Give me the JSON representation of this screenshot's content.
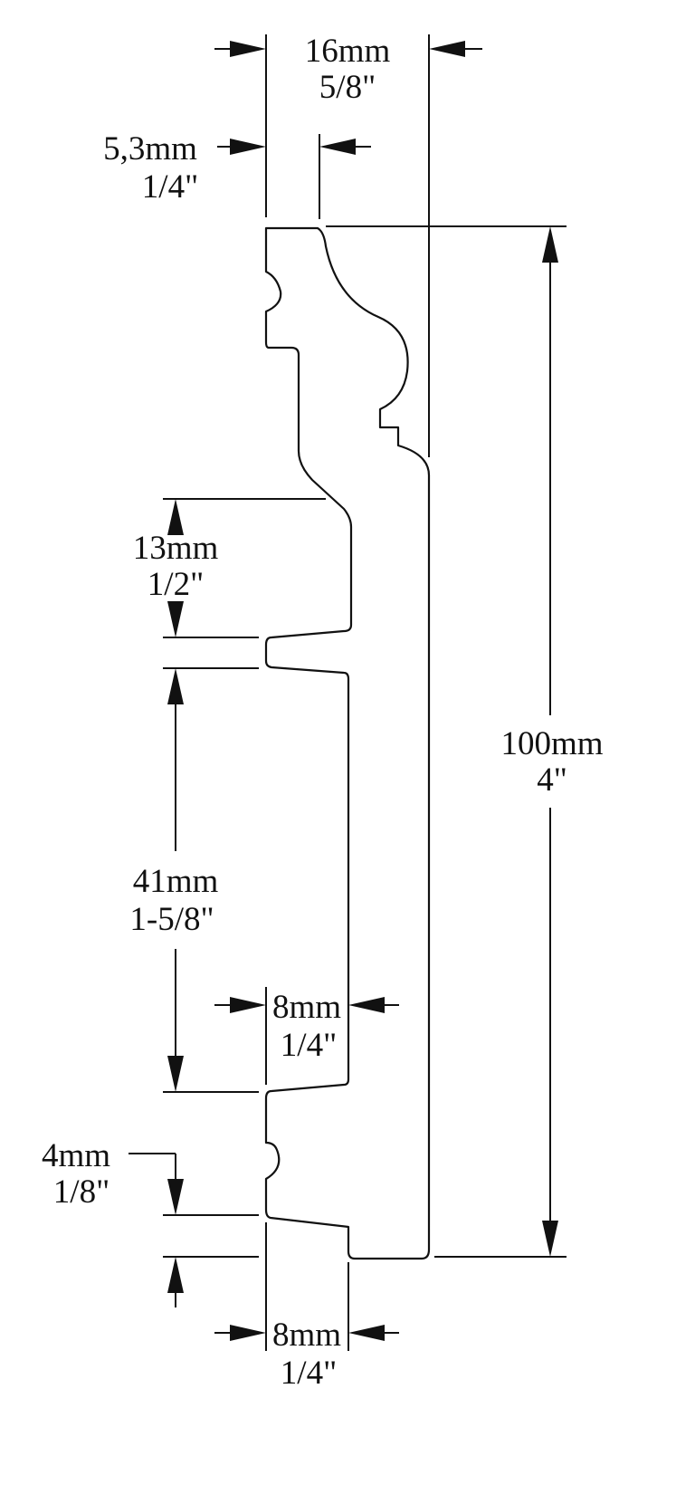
{
  "drawing": {
    "line_color": "#111111",
    "background": "#ffffff"
  },
  "dimensions": {
    "top_width": {
      "metric": "16mm",
      "imperial": "5/8\""
    },
    "top_offset": {
      "metric": "5,3mm",
      "imperial": "1/4\""
    },
    "upper_groove_gap": {
      "metric": "13mm",
      "imperial": "1/2\""
    },
    "middle_span": {
      "metric": "41mm",
      "imperial": "1-5/8\""
    },
    "middle_depth": {
      "metric": "8mm",
      "imperial": "1/4\""
    },
    "bead_gap": {
      "metric": "4mm",
      "imperial": "1/8\""
    },
    "total_height": {
      "metric": "100mm",
      "imperial": "4\""
    },
    "bottom_depth": {
      "metric": "8mm",
      "imperial": "1/4\""
    }
  }
}
